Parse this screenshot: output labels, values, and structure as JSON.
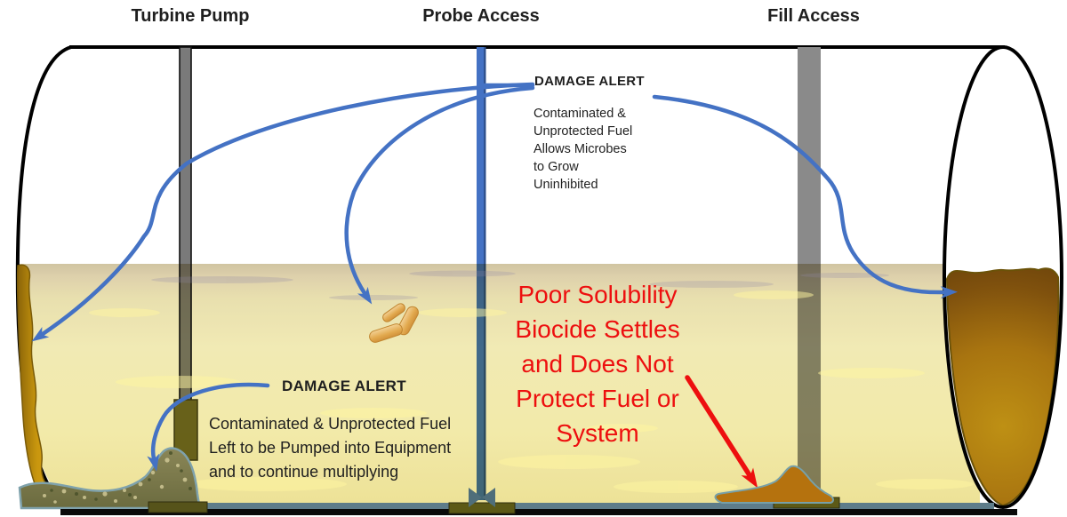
{
  "labels": {
    "turbine_pump": "Turbine Pump",
    "probe_access": "Probe Access",
    "fill_access": "Fill Access"
  },
  "damage_alert_top": {
    "heading": "DAMAGE ALERT",
    "lines": [
      "Contaminated &",
      "Unprotected Fuel",
      "Allows Microbes",
      "to Grow",
      "Uninhibited"
    ]
  },
  "damage_alert_bottom": {
    "heading": "DAMAGE ALERT",
    "lines": [
      "Contaminated & Unprotected Fuel",
      "Left to be Pumped into Equipment",
      "and to continue multiplying"
    ]
  },
  "biocide_warning": {
    "lines": [
      "Poor Solubility",
      "Biocide Settles",
      "and Does Not",
      "Protect Fuel or",
      "System"
    ]
  },
  "colors": {
    "arrow_blue": "#4472C4",
    "warning_red": "#ED0F0F",
    "fuel_yellow": "#F1E9AC",
    "pipe_gray": "#808080",
    "probe_pipe_blue": "#4472C4",
    "contamination_brown": "#9C6B10",
    "sludge_green": "#7A774E",
    "floor_slate": "#5E7C8A",
    "tank_outline": "#000000"
  }
}
